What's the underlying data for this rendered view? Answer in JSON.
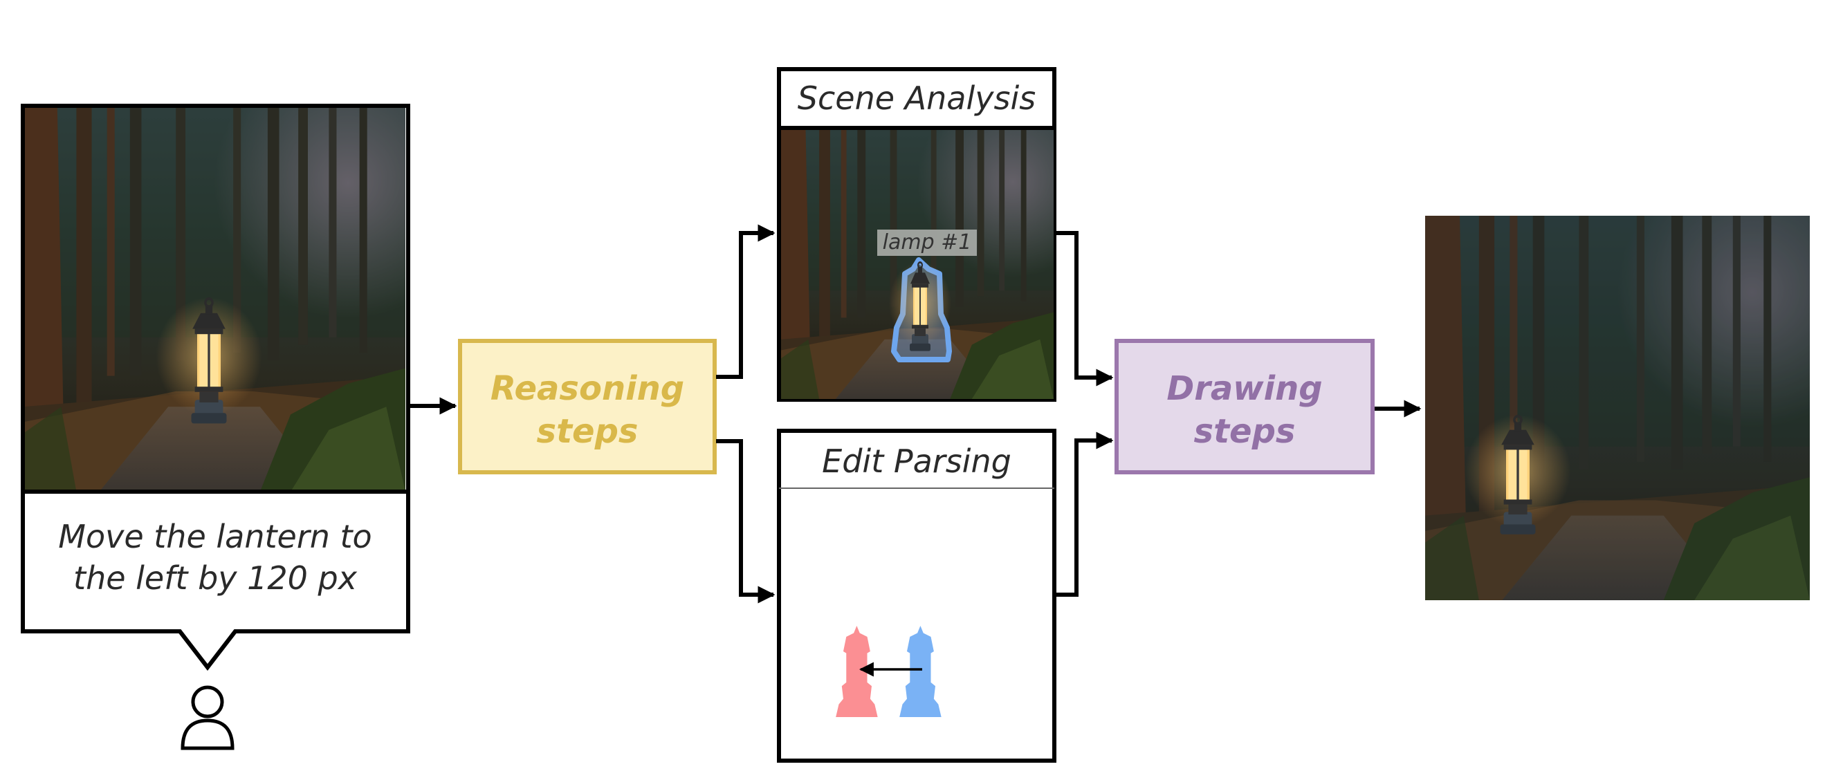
{
  "user_prompt": {
    "line1": "Move the lantern to",
    "line2": "the left by 120 px"
  },
  "reasoning": {
    "line1": "Reasoning",
    "line2": "steps",
    "fill": "#fcf1c7",
    "stroke": "#d8b84e",
    "text_color": "#d9b84a"
  },
  "scene_analysis": {
    "title": "Scene Analysis",
    "object_label": "lamp #1",
    "mask_color": "#6ea6ee"
  },
  "edit_parsing": {
    "title": "Edit Parsing",
    "source_color": "#7ab2f5",
    "target_color": "#fb8f93"
  },
  "drawing": {
    "line1": "Drawing",
    "line2": "steps",
    "fill": "#e4d9ea",
    "stroke": "#9b77ac",
    "text_color": "#9271a6"
  },
  "icons": [
    "user-icon",
    "lantern-icon"
  ]
}
